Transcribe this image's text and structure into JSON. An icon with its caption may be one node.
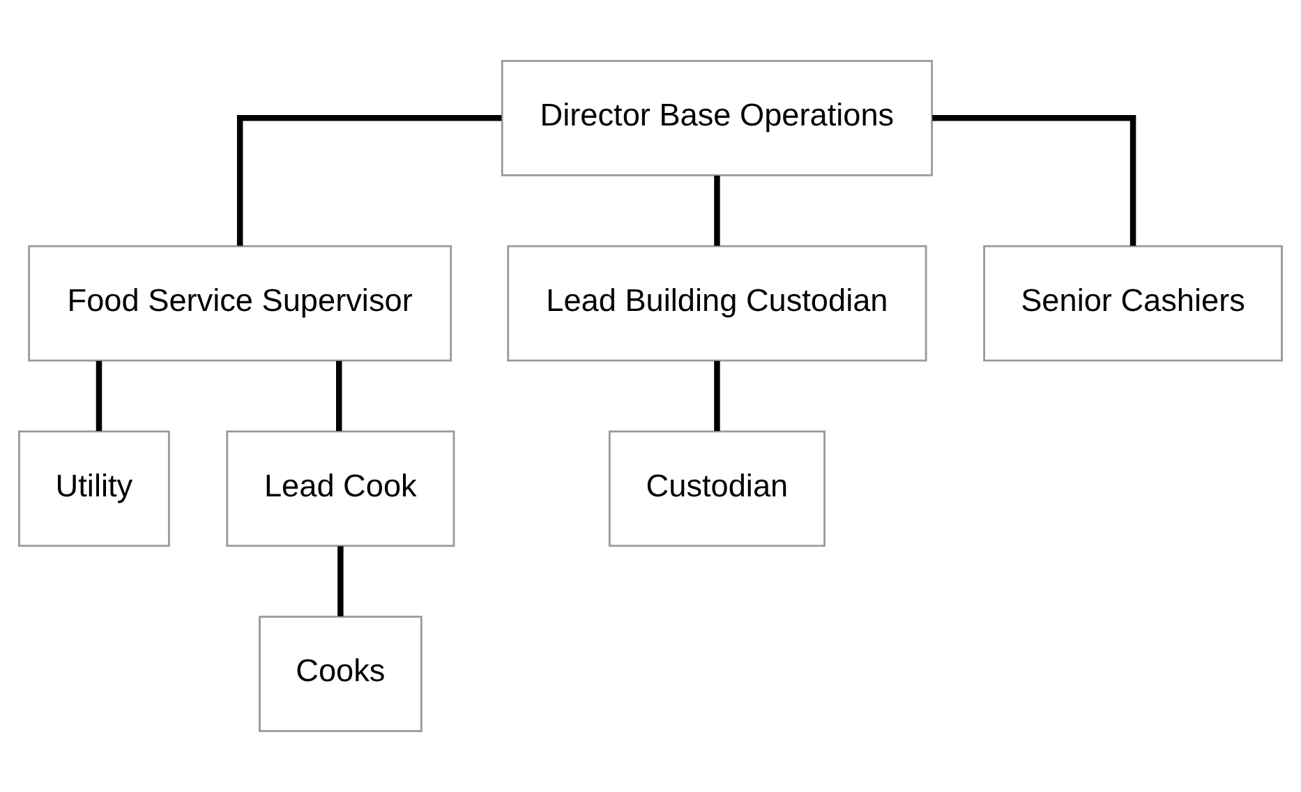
{
  "diagram": {
    "nodes": [
      {
        "text": [
          "Director Base Operations"
        ]
      },
      {
        "text": [
          "Food Service Supervisor"
        ]
      },
      {
        "text": [
          "Lead Building Custodian"
        ]
      },
      {
        "text": [
          "Senior Cashiers"
        ]
      },
      {
        "text": [
          "Utility"
        ]
      },
      {
        "text": [
          "Lead Cook"
        ]
      },
      {
        "text": [
          "Custodian"
        ]
      },
      {
        "text": [
          "Cooks"
        ]
      }
    ],
    "edges": [
      {
        "from": 0,
        "to": 1,
        "arrow": "none"
      },
      {
        "from": 0,
        "to": 2,
        "arrow": "none"
      },
      {
        "from": 0,
        "to": 3,
        "arrow": "none"
      },
      {
        "from": 1,
        "to": 4,
        "arrow": "none"
      },
      {
        "from": 1,
        "to": 5,
        "arrow": "none"
      },
      {
        "from": 2,
        "to": 6,
        "arrow": "none"
      },
      {
        "from": 5,
        "to": 7,
        "arrow": "none"
      }
    ]
  }
}
